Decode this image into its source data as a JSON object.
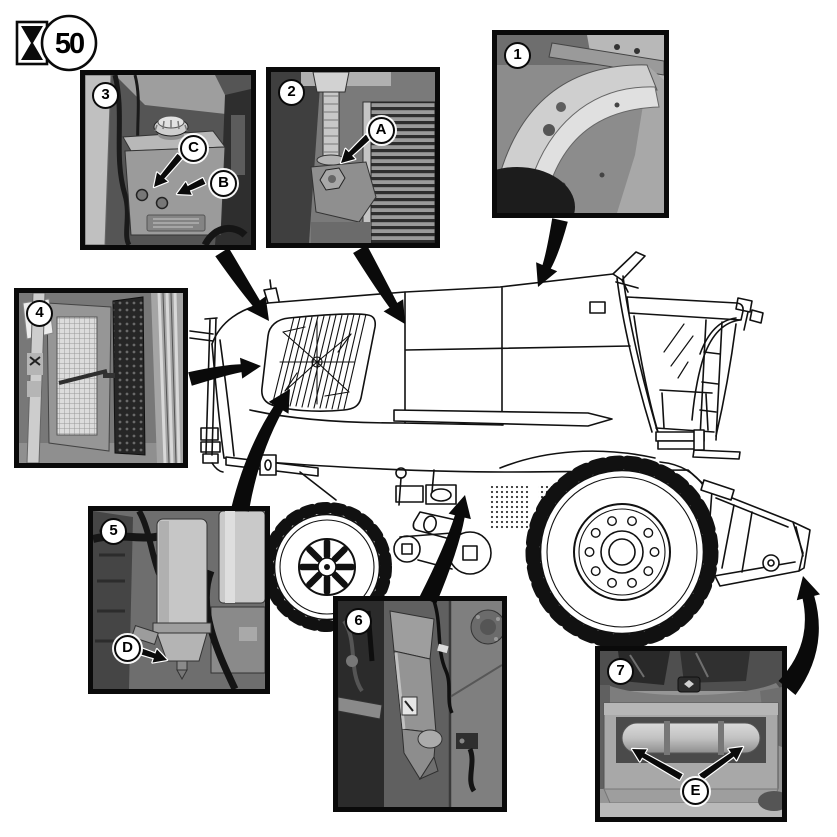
{
  "interval_badge": {
    "symbol": "hourglass-icon",
    "value": "50"
  },
  "insets": [
    {
      "number": "1"
    },
    {
      "number": "2"
    },
    {
      "number": "3"
    },
    {
      "number": "4"
    },
    {
      "number": "5"
    },
    {
      "number": "6"
    },
    {
      "number": "7"
    }
  ],
  "callouts": [
    {
      "letter": "A"
    },
    {
      "letter": "B"
    },
    {
      "letter": "C"
    },
    {
      "letter": "D"
    },
    {
      "letter": "E"
    }
  ],
  "colors": {
    "ink": "#111111",
    "paper": "#ffffff"
  }
}
